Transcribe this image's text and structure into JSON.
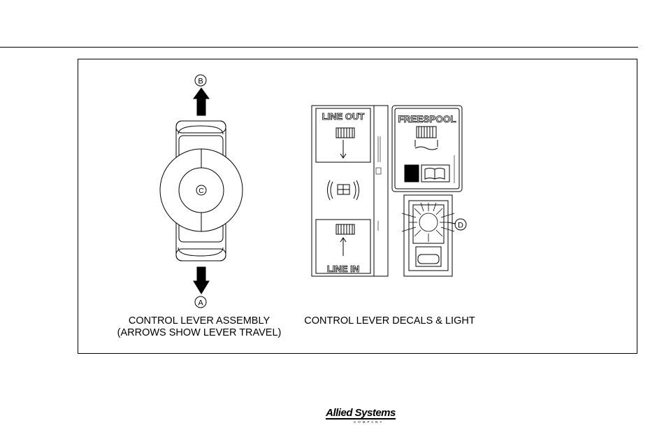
{
  "diagram": {
    "callouts": {
      "a": "A",
      "b": "B",
      "c": "C",
      "d": "D"
    },
    "decals": {
      "line_out": "LINE OUT",
      "line_in": "LINE IN",
      "freespool": "FREESPOOL"
    },
    "captions": {
      "left_line1": "CONTROL LEVER ASSEMBLY",
      "left_line2": "(ARROWS SHOW LEVER TRAVEL)",
      "right": "CONTROL LEVER DECALS & LIGHT"
    }
  },
  "footer": {
    "logo_main": "Allied Systems",
    "logo_sub": "COMPANY"
  }
}
